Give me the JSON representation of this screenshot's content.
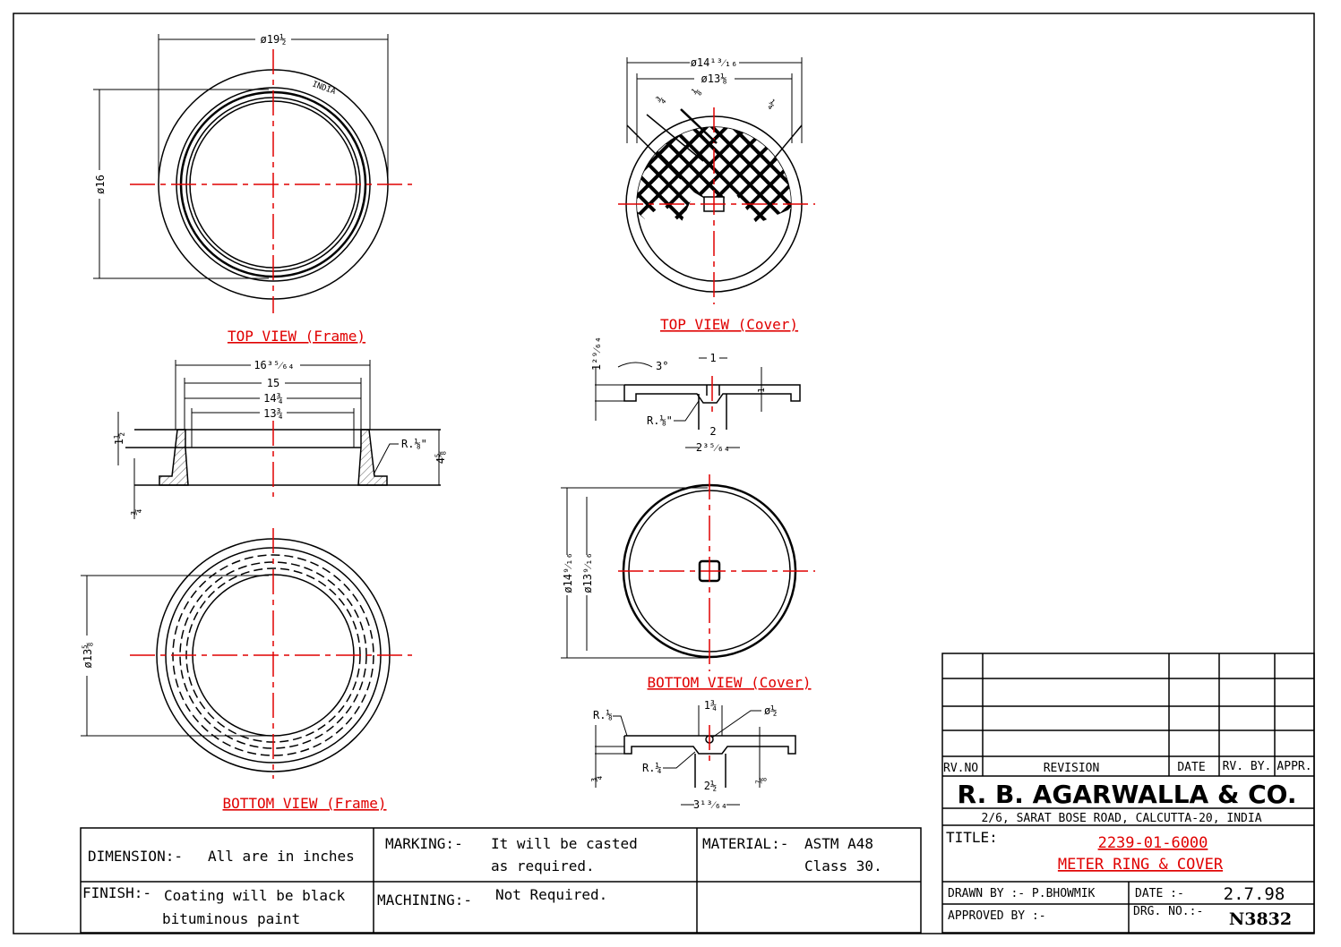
{
  "views": {
    "top_frame": {
      "label": "TOP VIEW (Frame)",
      "dia_outer": "ø19½",
      "dia_inner": "ø16",
      "marking": "INDIA"
    },
    "top_cover": {
      "label": "TOP VIEW (Cover)",
      "dia_outer": "ø14¹³⁄₁₆",
      "dia_inner": "ø13⅛",
      "dim_a": "¾",
      "dim_b": "⅛",
      "dim_c": "¼"
    },
    "section_frame": {
      "w1": "16³⁵⁄₆₄",
      "w2": "15",
      "w3": "14¾",
      "w4": "13¾",
      "h1": "1½",
      "h2": "4⅝",
      "h3": "¾",
      "radius": "R.⅛\""
    },
    "section_cover_top": {
      "h": "1²⁹⁄₆₄",
      "angle": "3°",
      "slot": "1",
      "depth": "1",
      "radius": "R.⅛\"",
      "w1": "2",
      "w2": "2³⁵⁄₆₄"
    },
    "bottom_frame": {
      "label": "BOTTOM VIEW (Frame)",
      "dia": "ø13⅝"
    },
    "bottom_cover": {
      "label": "BOTTOM VIEW (Cover)",
      "dia_outer": "ø14⁹⁄₁₆",
      "dia_inner": "ø13⁹⁄₁₆"
    },
    "section_cover_bottom": {
      "r1": "R.⅛",
      "r2": "R.¼",
      "slot": "1¾",
      "hole": "ø½",
      "h1": "¾",
      "h2": "⅞",
      "w1": "2½",
      "w2": "3¹³⁄₆₄"
    }
  },
  "notes": {
    "dimension_label": "DIMENSION:-",
    "dimension_value": "All are in inches",
    "marking_label": "MARKING:-",
    "marking_value_1": "It will be casted",
    "marking_value_2": "as required.",
    "material_label": "MATERIAL:-",
    "material_value_1": "ASTM A48",
    "material_value_2": "Class 30.",
    "finish_label": "FINISH:-",
    "finish_value_1": "Coating will be black",
    "finish_value_2": "bituminous paint",
    "machining_label": "MACHINING:-",
    "machining_value": "Not Required."
  },
  "title_block": {
    "rev_headers": [
      "RV.NO",
      "REVISION",
      "DATE",
      "RV. BY.",
      "APPR."
    ],
    "company": "R. B. AGARWALLA & CO.",
    "address": "2/6, SARAT BOSE ROAD, CALCUTTA-20, INDIA",
    "title_label": "TITLE:",
    "title_code": "2239-01-6000",
    "title_name": "METER RING & COVER",
    "drawn_by": "DRAWN BY :- P.BHOWMIK",
    "date_label": "DATE :-",
    "date_value": "2.7.98",
    "approved_by": "APPROVED BY :-",
    "drg_label": "DRG. NO.:-",
    "drg_value": "N3832"
  }
}
